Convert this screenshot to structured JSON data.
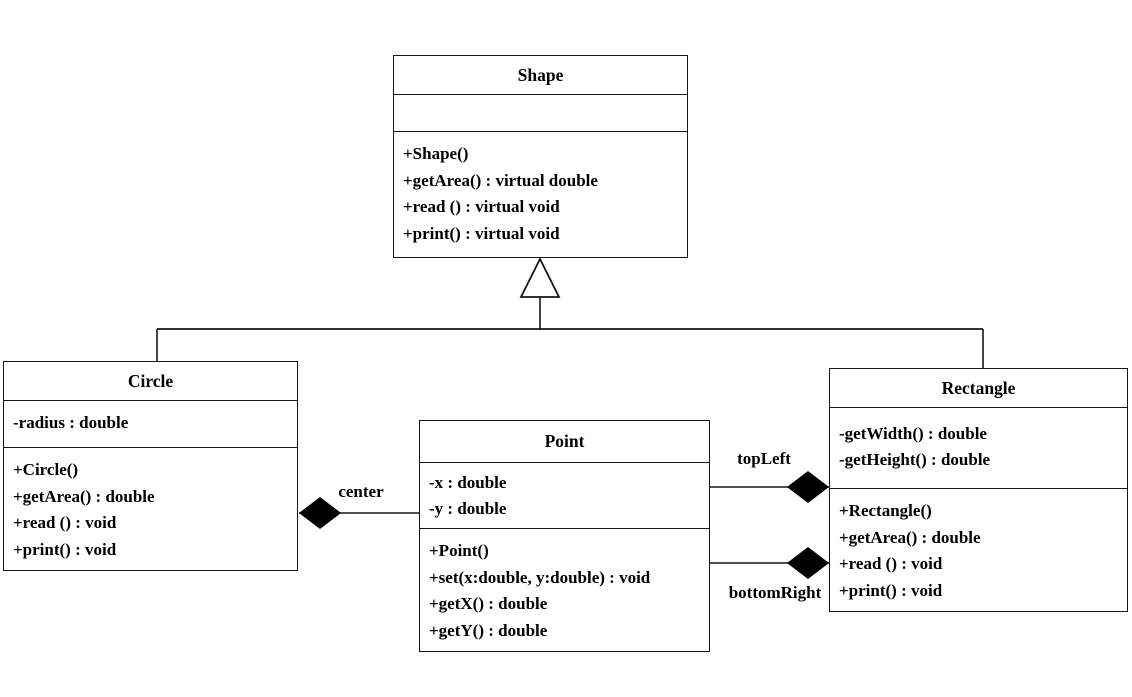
{
  "diagram": {
    "title": "Shape class hierarchy UML diagram",
    "background_color": "#ffffff",
    "line_color": "#161616",
    "text_color": "#000000",
    "diamond_fill": "#000000",
    "triangle_fill": "#ffffff"
  },
  "classes": {
    "shape": {
      "name": "Shape",
      "attributes": [],
      "methods": [
        "+Shape()",
        "+getArea() : virtual double",
        "+read () : virtual void",
        "+print() : virtual void"
      ]
    },
    "circle": {
      "name": "Circle",
      "attributes": [
        "-radius : double"
      ],
      "methods": [
        "+Circle()",
        "+getArea() : double",
        "+read () : void",
        "+print() : void"
      ]
    },
    "point": {
      "name": "Point",
      "attributes": [
        "-x : double",
        "-y : double"
      ],
      "methods": [
        "+Point()",
        "+set(x:double, y:double) : void",
        "+getX() : double",
        "+getY() : double"
      ]
    },
    "rectangle": {
      "name": "Rectangle",
      "attributes": [
        "-getWidth() : double",
        "-getHeight() : double"
      ],
      "methods": [
        "+Rectangle()",
        "+getArea() : double",
        "+read () : void",
        "+print() : void"
      ]
    }
  },
  "relationships": {
    "generalizations": [
      {
        "from": "Circle",
        "to": "Shape"
      },
      {
        "from": "Rectangle",
        "to": "Shape"
      }
    ],
    "compositions": [
      {
        "owner": "Circle",
        "part": "Point",
        "label": "center"
      },
      {
        "owner": "Rectangle",
        "part": "Point",
        "label": "topLeft"
      },
      {
        "owner": "Rectangle",
        "part": "Point",
        "label": "bottomRight"
      }
    ]
  }
}
